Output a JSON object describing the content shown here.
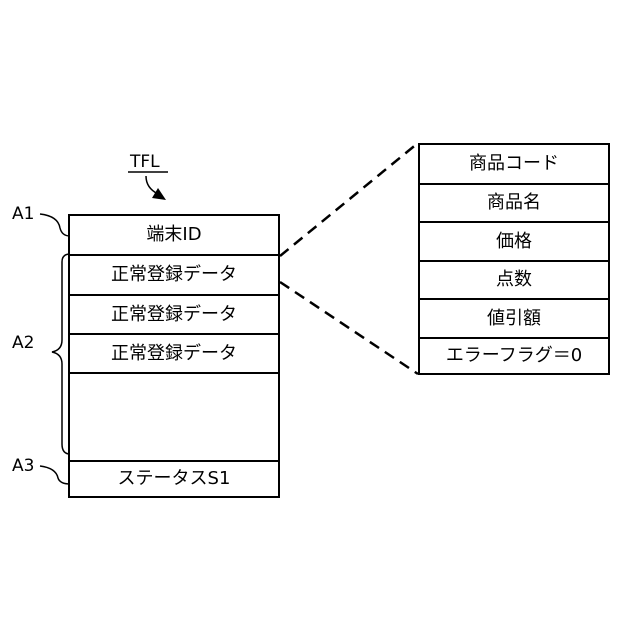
{
  "tfl_label": "TFL",
  "region_labels": {
    "a1": "A1",
    "a2": "A2",
    "a3": "A3"
  },
  "table": {
    "terminal_id": "端末ID",
    "records": [
      "正常登録データ",
      "正常登録データ",
      "正常登録データ"
    ],
    "status": "ステータスS1"
  },
  "record_fields": [
    "商品コード",
    "商品名",
    "価格",
    "点数",
    "値引額",
    "エラーフラグ＝0"
  ]
}
